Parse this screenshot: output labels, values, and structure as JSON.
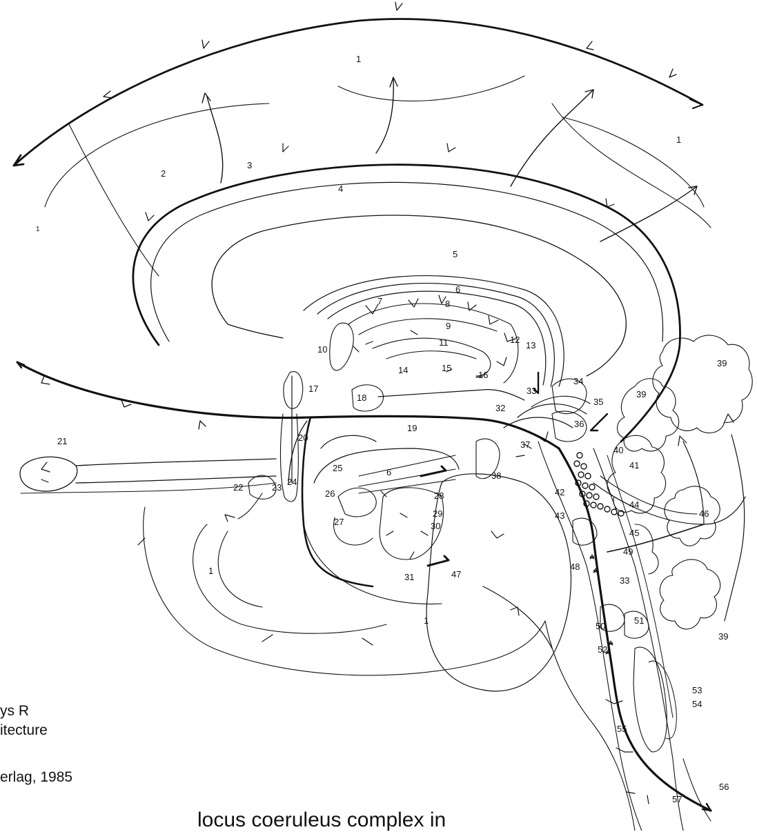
{
  "figure": {
    "labels": [
      "1",
      "1",
      "1",
      "1",
      "2",
      "3",
      "4",
      "5",
      "6",
      "7",
      "8",
      "9",
      "10",
      "11",
      "12",
      "13",
      "14",
      "15",
      "16",
      "17",
      "18",
      "19",
      "20",
      "21",
      "22",
      "23",
      "24",
      "25",
      "6",
      "26",
      "27",
      "28",
      "29",
      "30",
      "31",
      "1",
      "1",
      "32",
      "33",
      "34",
      "35",
      "36",
      "37",
      "38",
      "39",
      "39",
      "39",
      "40",
      "41",
      "42",
      "43",
      "44",
      "45",
      "46",
      "47",
      "48",
      "49",
      "33",
      "50",
      "51",
      "52",
      "53",
      "54",
      "55",
      "56",
      "57"
    ],
    "citation_lines": [
      "ys R",
      "itecture",
      "erlag, 1985"
    ],
    "caption": "locus coeruleus complex in"
  }
}
